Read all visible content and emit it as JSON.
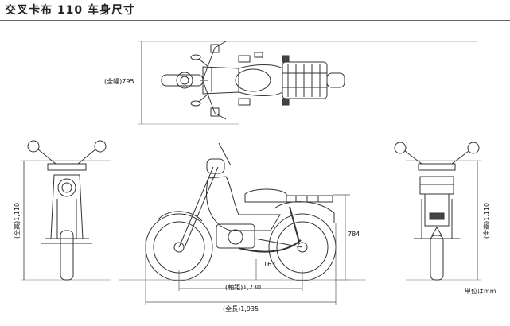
{
  "header": {
    "title": "交叉卡布 110 车身尺寸"
  },
  "dimensions": {
    "overall_width": "(全幅)795",
    "overall_height_left": "(全高)1,110",
    "overall_height_right": "(全高)1,110",
    "seat_height": "784",
    "ground_clearance": "163",
    "wheelbase": "(軸距)1,230",
    "overall_length": "(全長)1,935"
  },
  "unit_note": "単位はmm"
}
